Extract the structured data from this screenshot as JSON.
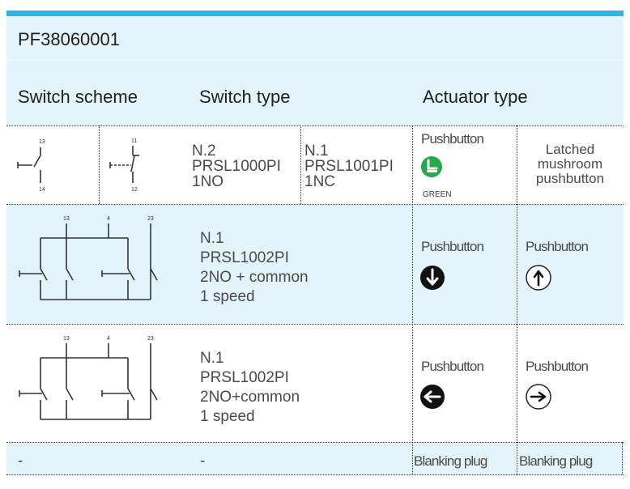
{
  "product_code": "PF38060001",
  "columns": {
    "scheme": "Switch scheme",
    "type": "Switch type",
    "actuator": "Actuator type"
  },
  "rows": [
    {
      "scheme_symbols": [
        "13",
        "14",
        "11",
        "12"
      ],
      "types": [
        {
          "qty": "N.2",
          "model": "PRSL1000PI",
          "contacts": "1NO"
        },
        {
          "qty": "N.1",
          "model": "PRSL1001PI",
          "contacts": "1NC"
        }
      ],
      "act1": {
        "label": "Pushbutton",
        "icon": "green-pushbutton-icon",
        "sub": "GREEN",
        "color": "#27a84a"
      },
      "act2": {
        "label": "Latched mushroom pushbutton"
      }
    },
    {
      "scheme_symbols": [
        "13",
        "4",
        "23"
      ],
      "type": {
        "qty": "N.1",
        "model": "PRSL1002PI",
        "contacts": "2NO + common",
        "speed": "1 speed"
      },
      "act1": {
        "label": "Pushbutton",
        "icon": "arrow-down-icon"
      },
      "act2": {
        "label": "Pushbutton",
        "icon": "arrow-up-icon"
      }
    },
    {
      "scheme_symbols": [
        "13",
        "4",
        "23"
      ],
      "type": {
        "qty": "N.1",
        "model": "PRSL1002PI",
        "contacts": "2NO+common",
        "speed": "1 speed"
      },
      "act1": {
        "label": "Pushbutton",
        "icon": "arrow-left-icon"
      },
      "act2": {
        "label": "Pushbutton",
        "icon": "arrow-right-icon"
      }
    },
    {
      "scheme": "-",
      "type": "-",
      "act1": {
        "label": "Blanking plug"
      },
      "act2": {
        "label": "Blanking plug"
      }
    }
  ],
  "colors": {
    "accent": "#29b6e6",
    "band": "#e3f4fc",
    "text": "#3c3c3c"
  }
}
